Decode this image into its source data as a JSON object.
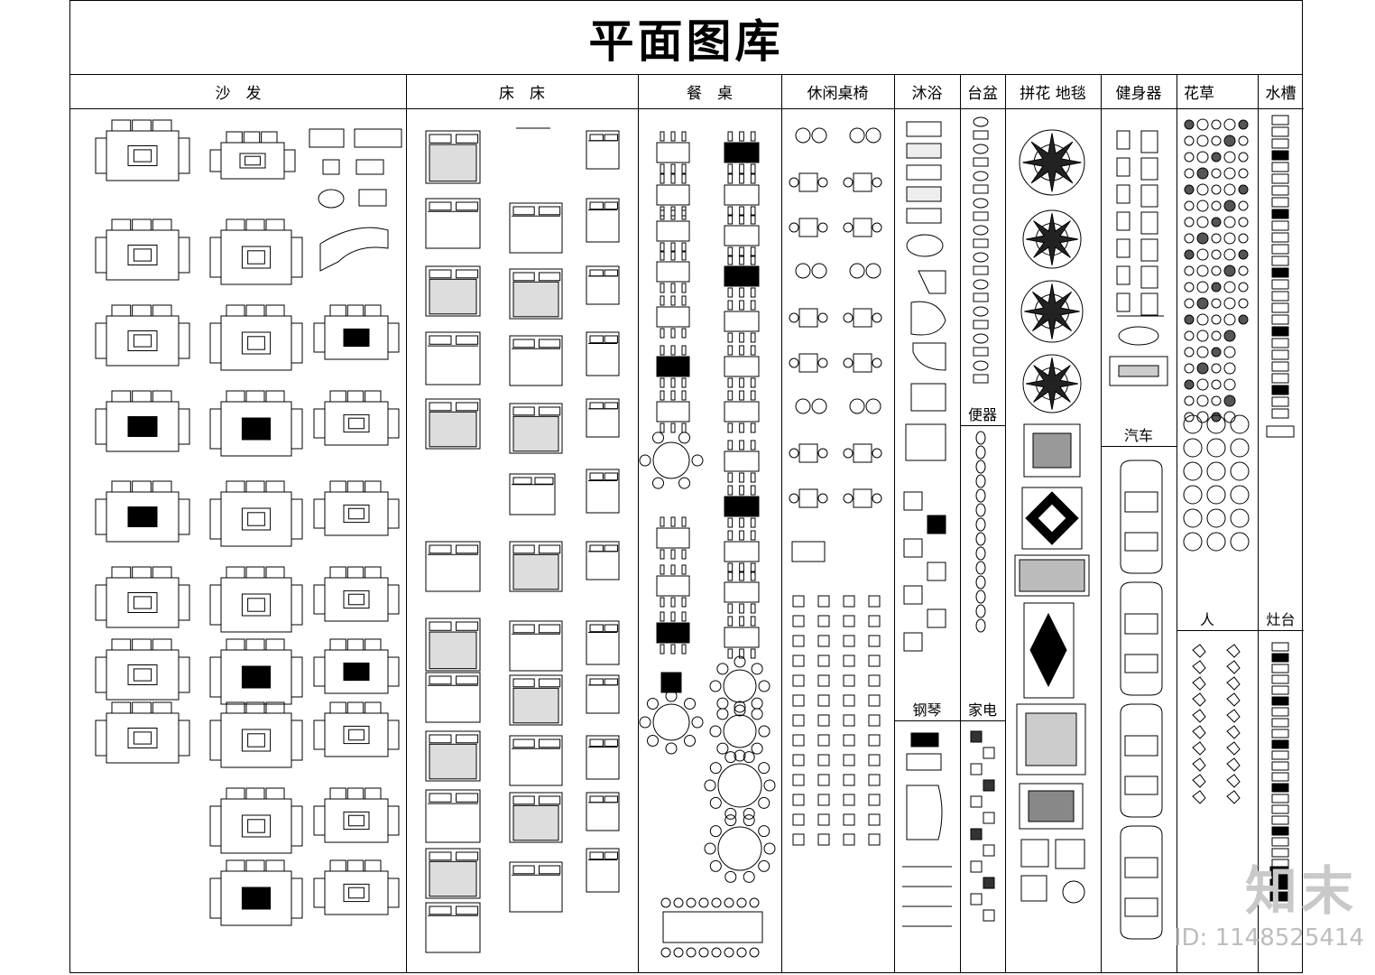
{
  "title": "平面图库",
  "columns": [
    {
      "id": "sofa",
      "label": "沙　发"
    },
    {
      "id": "bed",
      "label": "床　床"
    },
    {
      "id": "dining",
      "label": "餐　桌"
    },
    {
      "id": "leisure",
      "label": "休闲桌椅"
    },
    {
      "id": "bath",
      "label": "沐浴"
    },
    {
      "id": "basin",
      "label": "台盆"
    },
    {
      "id": "carpet",
      "label": "拼花 地毯"
    },
    {
      "id": "fitness",
      "label": "健身器"
    },
    {
      "id": "plants",
      "label": "花草"
    },
    {
      "id": "sink",
      "label": "水槽"
    }
  ],
  "sublabels": {
    "toilet": "便器",
    "piano": "钢琴",
    "appliance": "家电",
    "car": "汽车",
    "person": "人",
    "stove": "灶台"
  },
  "watermark": {
    "logo": "知末",
    "id_text": "ID: 1148525414"
  }
}
